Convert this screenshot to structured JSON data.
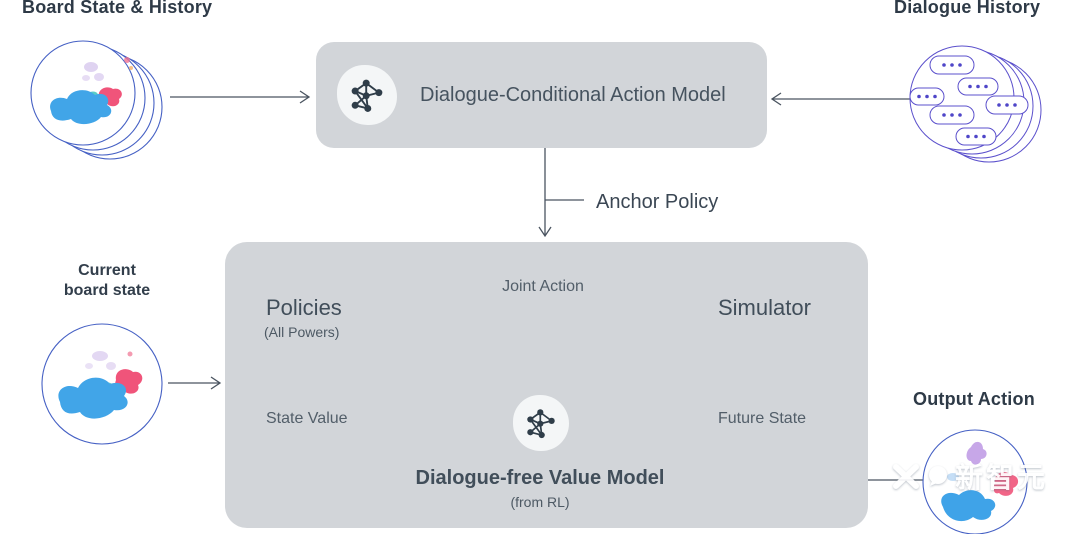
{
  "labels": {
    "board_history": "Board State & History",
    "dialogue_history": "Dialogue History",
    "current_board_line1": "Current",
    "current_board_line2": "board state",
    "output_action": "Output Action",
    "anchor_policy": "Anchor Policy"
  },
  "action_model": {
    "title": "Dialogue-Conditional Action Model"
  },
  "planner": {
    "policies": "Policies",
    "policies_sub": "(All Powers)",
    "joint_action": "Joint Action",
    "simulator": "Simulator",
    "state_value": "State Value",
    "future_state": "Future State",
    "value_model": "Dialogue-free Value Model",
    "value_model_sub": "(from RL)"
  },
  "watermark": {
    "text": "新智元"
  },
  "icons": {
    "board_history": "stacked-board-map-icon",
    "dialogue_history": "stacked-chat-bubbles-icon",
    "current_board": "board-map-icon",
    "output_action": "board-map-icon",
    "action_model": "neural-network-icon",
    "value_model": "neural-network-icon"
  },
  "colors": {
    "box_fill": "#d2d5d9",
    "heading_text": "#2e3a47",
    "box_text": "#46535f",
    "outer_line": "#4a5460",
    "inner_line": "#7b848d",
    "node_stroke": "#46525d",
    "map_blue": "#41a5e8",
    "map_pink": "#f0547a",
    "circle_blue": "#4560c4",
    "bubble_purple": "#5b50cc",
    "nn_dark": "#2f3d49"
  }
}
